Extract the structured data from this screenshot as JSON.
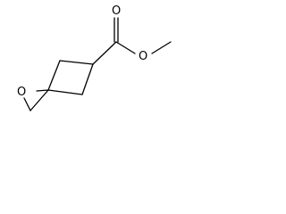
{
  "molecule": {
    "atoms": {
      "carbonyl_oxygen": "O",
      "ester_oxygen": "O",
      "epoxide_oxygen": "O"
    }
  }
}
